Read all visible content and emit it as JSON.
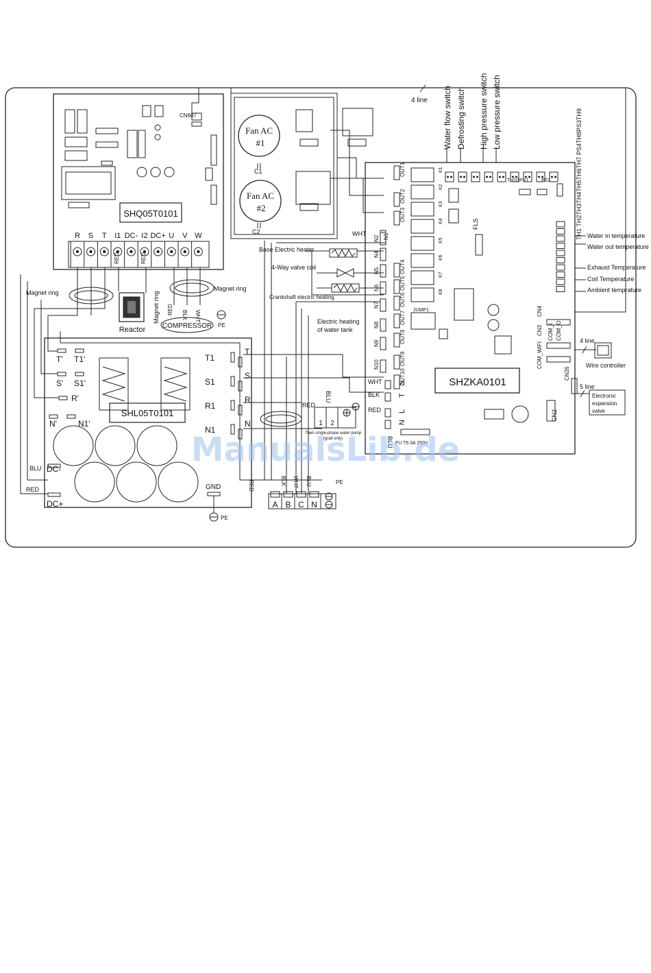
{
  "boards": {
    "drive": "SHQ05T0101",
    "filter": "SHL05T0101",
    "main": "SHZKA0101"
  },
  "drive_terminals": [
    "R",
    "S",
    "T",
    "I1",
    "DC-",
    "I2",
    "DC+",
    "U",
    "V",
    "W"
  ],
  "top_labels": {
    "four_line": "4 line",
    "cn607": "CN607"
  },
  "switches": [
    "Water flow switch",
    "Defrosting switch",
    "High pressure switch",
    "Low pressure switch"
  ],
  "sensors": [
    "Water in temperature",
    "Water out temperature",
    "Exhaust Temperature",
    "Coil Temperature",
    "Ambient temprature"
  ],
  "th_row": "TH1 TH2TH3TH4TH5TH6TH7 PS4TH8PS3TH9",
  "fans": {
    "fan1_line1": "Fan AC",
    "fan1_line2": "#1",
    "fan2_line1": "Fan AC",
    "fan2_line2": "#2",
    "c1": "C1",
    "c2": "C2"
  },
  "loads": {
    "base_heater": "Base Electric heater",
    "four_way": "4-Way valve coil",
    "crankshaft": "Crankshaft electric heating",
    "water_tank_1": "Electric heating",
    "water_tank_2": "of water tank"
  },
  "outputs": [
    "OUT1",
    "OUT2",
    "OUT3",
    "OUT4",
    "OUT5",
    "OUT6",
    "OUT7",
    "OUT8",
    "OUT9",
    "OUT10"
  ],
  "neutrals": [
    "N1",
    "N2",
    "N4",
    "N5",
    "N6",
    "N7",
    "N8",
    "N9",
    "N10"
  ],
  "relays": [
    "K1",
    "K2",
    "K3",
    "K4",
    "K5",
    "K6",
    "K7",
    "K8"
  ],
  "misc": {
    "magnet_ring": "Magnet ring",
    "reactor": "Reactor",
    "compressor": "COMPRESSOR",
    "pe": "PE",
    "gnd": "GND",
    "wht": "WHT",
    "blk": "BLK",
    "red": "RED",
    "blu": "BLU",
    "fls": "FLS",
    "jump1": "JUMP1",
    "fuse": "T6.3A 250V",
    "fuse_ref": "FU",
    "pump_note1": "Then single-phase water pump",
    "pump_note2": "(grail only)",
    "ac_note": "AC",
    "wire_controller": "Wire controller",
    "four_line_b": "4 line",
    "five_line": "5 line",
    "exp_valve_1": "Electronic",
    "exp_valve_2": "expansion",
    "exp_valve_3": "valve",
    "cn4": "CN4",
    "cn3": "CN3",
    "cn26": "CN26",
    "cn2": "CN2",
    "com_wifi": "COM_WIFI",
    "com_i": "COM_I",
    "com_o": "COM_O",
    "ps1": "PS1",
    "th10": "TH10",
    "ps2": "PS2"
  },
  "filter_terminals": {
    "t": "T'",
    "t1": "T1'",
    "s": "S'",
    "s1": "S1'",
    "r": "R'",
    "n": "N'",
    "n1": "N1'",
    "dcm": "DC-",
    "dcp": "DC+"
  },
  "line_inputs": [
    "T1",
    "S1",
    "R1",
    "N1"
  ],
  "line_inputs_right": [
    "T",
    "S",
    "R",
    "N"
  ],
  "stl": [
    "S",
    "T",
    "L",
    "N"
  ],
  "pump_terms": [
    "1",
    "2"
  ],
  "terminal_block": [
    "A",
    "B",
    "C",
    "N"
  ],
  "watermark": "ManualsLib.de"
}
